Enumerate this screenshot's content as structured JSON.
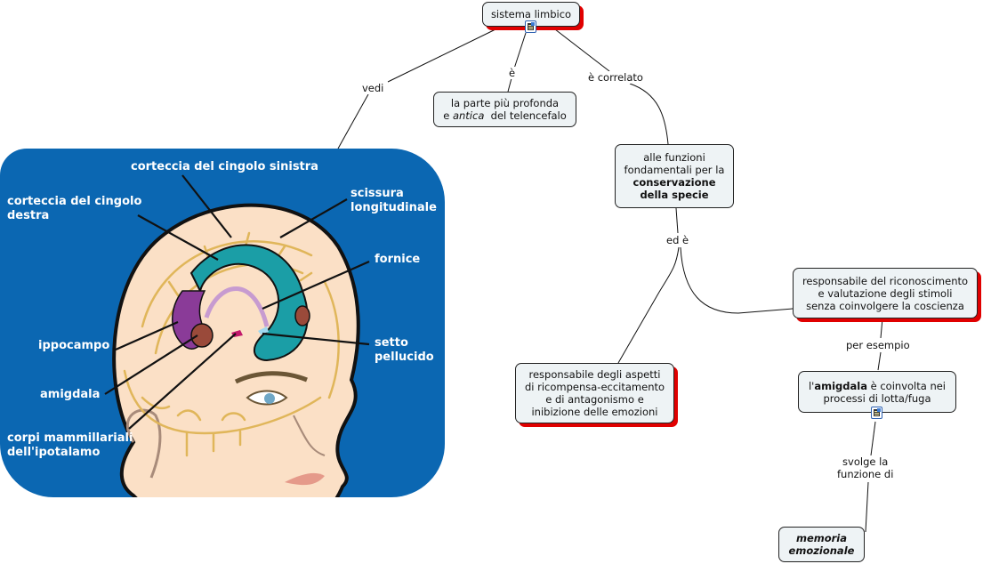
{
  "concept_map": {
    "root": {
      "text": "sistema limbico",
      "has_resource": true
    },
    "nodes": {
      "parte_profonda": {
        "line1": "la parte più profonda",
        "line2_pre": "e ",
        "line2_em": "antica",
        "line2_post": "  del telencefalo"
      },
      "funzioni": {
        "line1": "alle funzioni",
        "line2": "fondamentali per la",
        "bold1": "conservazione",
        "bold2": "della specie"
      },
      "riconoscimento": {
        "line1": "responsabile del riconoscimento",
        "line2": "e valutazione degli stimoli",
        "line3": "senza coinvolgere la coscienza"
      },
      "ricompensa": {
        "line1": "responsabile degli aspetti",
        "line2": "di ricompensa-eccitamento",
        "line3": "e di antagonismo e",
        "line4": "inibizione delle emozioni"
      },
      "amigdala": {
        "pre": "l'",
        "bold": "amigdala",
        "post": " è coinvolta nei",
        "line2": "processi di lotta/fuga",
        "has_resource": true
      },
      "memoria": {
        "line1": "memoria",
        "line2": "emozionale"
      }
    },
    "link_labels": {
      "vedi": "vedi",
      "e": "è",
      "e_correlato": "è correlato",
      "ed_e": "ed è",
      "per_esempio": "per esempio",
      "svolge_1": "svolge la",
      "svolge_2": "funzione di"
    }
  },
  "brain_image": {
    "labels": {
      "cingolo_sinistra": "corteccia del cingolo sinistra",
      "cingolo_destra_1": "corteccia del cingolo",
      "cingolo_destra_2": "destra",
      "scissura_1": "scissura",
      "scissura_2": "longitudinale",
      "fornice": "fornice",
      "ippocampo": "ippocampo",
      "setto_1": "setto",
      "setto_2": "pellucido",
      "amigdala": "amigdala",
      "corpi_1": "corpi mammillariali",
      "corpi_2": "dell'ipotalamo"
    },
    "colors": {
      "panel": "#0b67b2",
      "skin": "#fbe0c6",
      "gyri": "#e0b65a",
      "cingulate": "#1b9ea6",
      "hippocampus": "#8a3b98",
      "amygdala": "#9a4a3a",
      "fornix": "#c79bd0"
    }
  }
}
